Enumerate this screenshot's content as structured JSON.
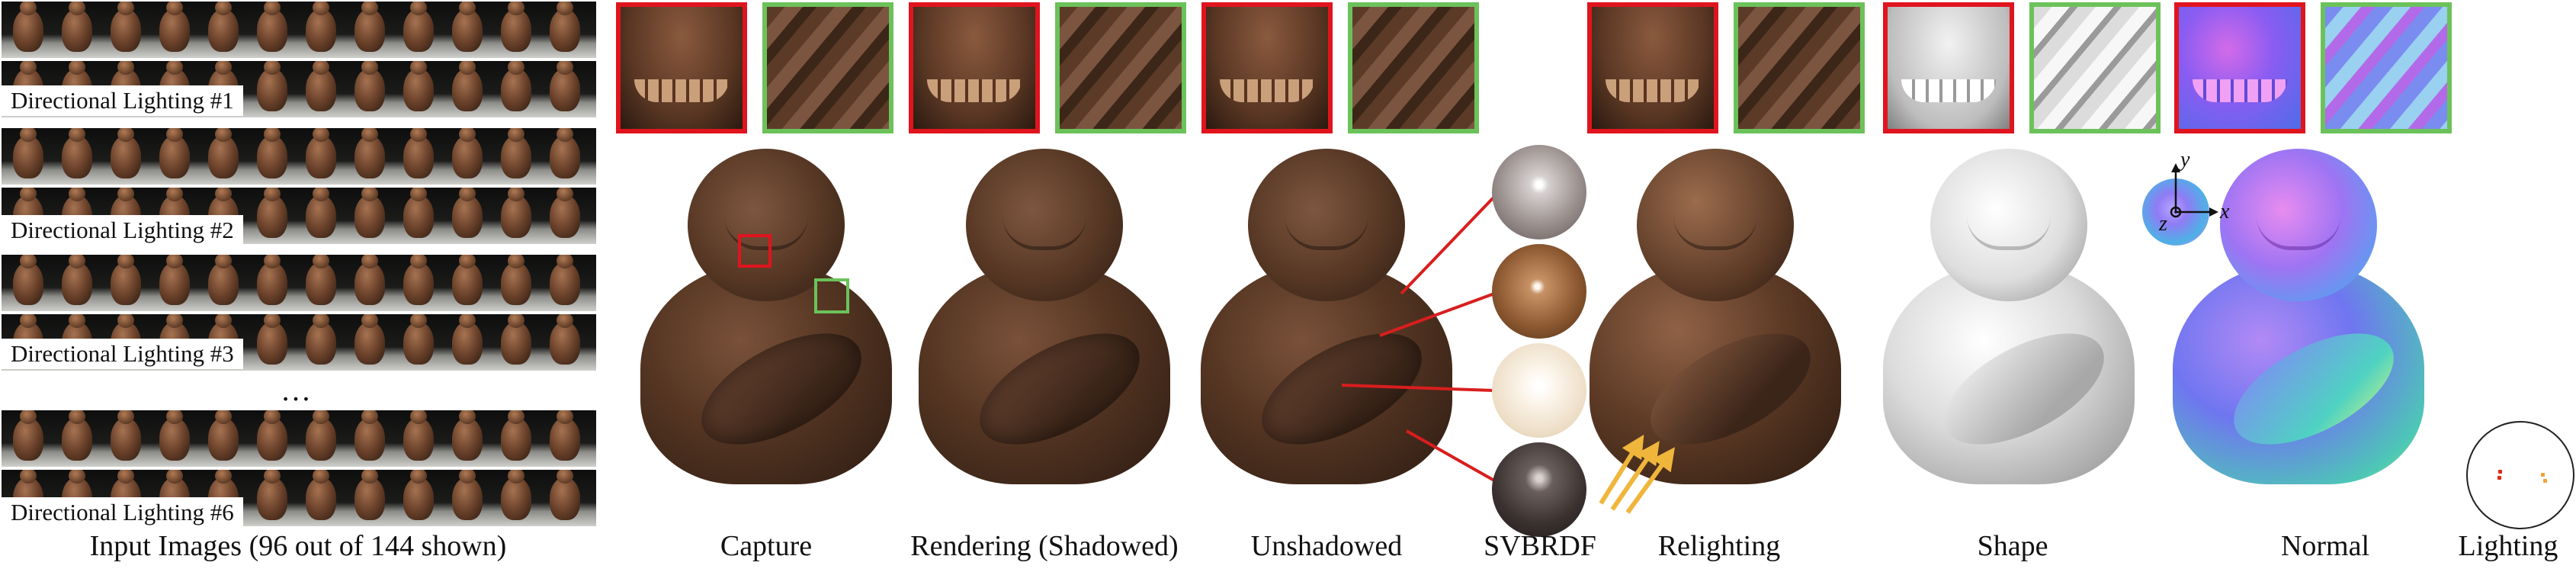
{
  "input_panel": {
    "lighting_labels": [
      "Directional Lighting #1",
      "Directional Lighting #2",
      "Directional Lighting #3",
      "Directional Lighting #6"
    ],
    "ellipsis": "…",
    "caption": "Input Images (96 out of 144 shown)"
  },
  "captions": {
    "capture": "Capture",
    "rendering": "Rendering (Shadowed)",
    "unshadowed": "Unshadowed",
    "svbrdf": "SVBRDF",
    "relighting": "Relighting",
    "shape": "Shape",
    "normal": "Normal",
    "lighting": "Lighting"
  },
  "axes": {
    "y": "y",
    "x": "x",
    "z": "z"
  },
  "colors": {
    "crop_red": "#e0141e",
    "crop_green": "#6cc25a",
    "svbrdf_lines": "#d81e1e",
    "relight_arrows": "#f0b63c",
    "light_dot_red": "#e02a10",
    "light_dot_orange": "#f2a238"
  }
}
